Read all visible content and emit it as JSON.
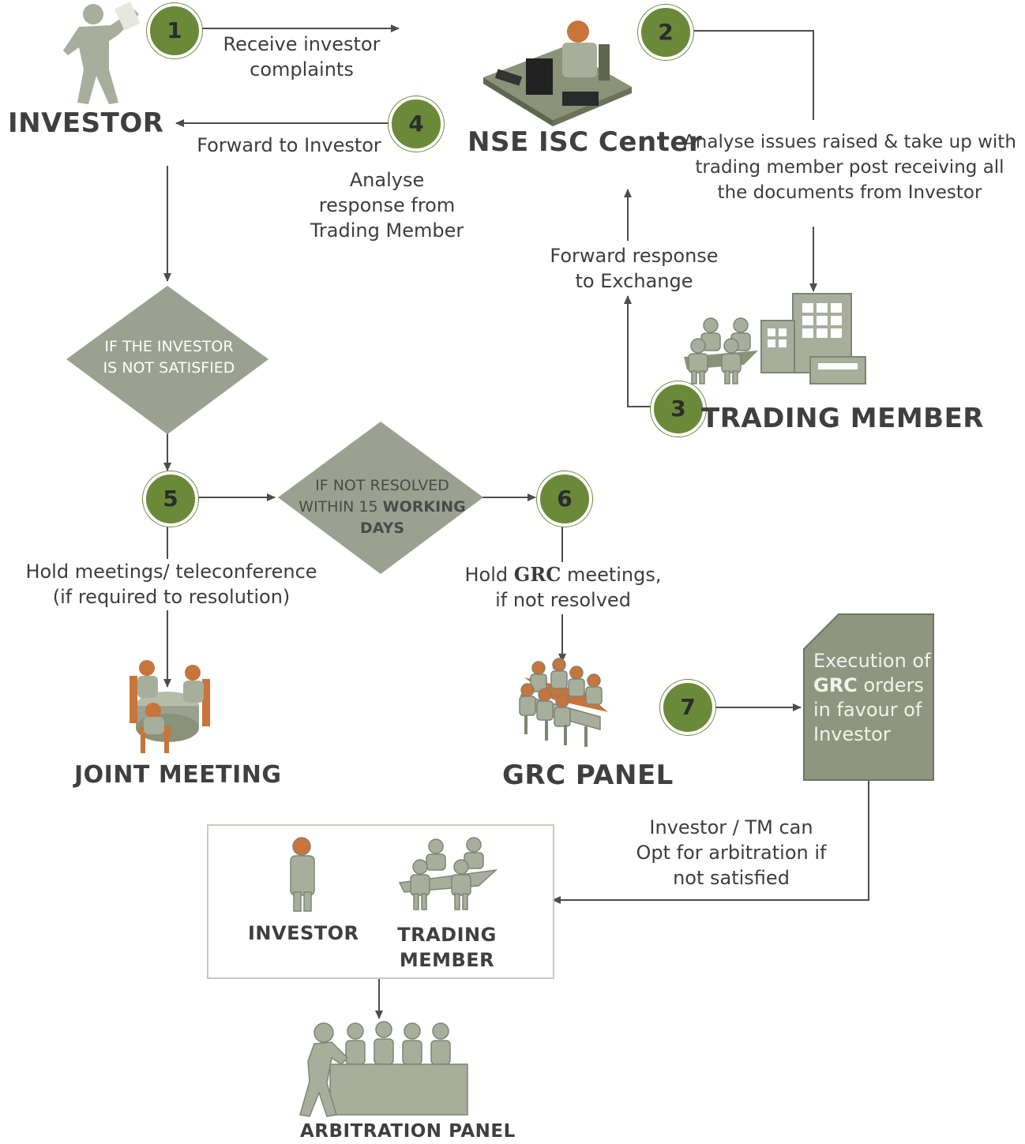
{
  "nodes": {
    "investor": "INVESTOR",
    "nse": "NSE ISC Center",
    "trading_member": "TRADING MEMBER",
    "joint_meeting": "JOINT MEETING",
    "grc_panel": "GRC PANEL",
    "arbitration_panel": "ARBITRATION PANEL",
    "arb_investor": "INVESTOR",
    "arb_tm_line1": "TRADING",
    "arb_tm_line2": "MEMBER"
  },
  "steps": [
    "1",
    "2",
    "3",
    "4",
    "5",
    "6",
    "7"
  ],
  "labels": {
    "step1_line1": "Receive investor",
    "step1_line2": "complaints",
    "step4": "Forward to Investor",
    "analyse_resp_line1": "Analyse",
    "analyse_resp_line2": "response from",
    "analyse_resp_line3": "Trading Member",
    "step2_line1": "Analyse issues raised & take up with",
    "step2_line2": "trading member post receiving all",
    "step2_line3": "the documents from Investor",
    "fwd_line1": "Forward response",
    "fwd_line2": "to Exchange",
    "hold_line1": "Hold meetings/ teleconference",
    "hold_line2": "(if required to resolution)",
    "grc_hold_pre": "Hold",
    "grc_hold_grc": "GRC",
    "grc_hold_post": "meetings,",
    "grc_hold_line2": "if not resolved",
    "arb_opt_line1": "Investor / TM can",
    "arb_opt_line2": "Opt for arbitration if",
    "arb_opt_line3": "not satisfied"
  },
  "diamonds": {
    "not_satisfied_line1": "IF THE INVESTOR",
    "not_satisfied_line2": "IS NOT SATISFIED",
    "not_resolved_line1": "IF NOT RESOLVED",
    "not_resolved_line2_pre": "WITHIN 15",
    "not_resolved_line2_bold": "WORKING",
    "not_resolved_line3": "DAYS"
  },
  "execution": {
    "line1": "Execution of",
    "line2_bold": "GRC",
    "line2_rest": "orders",
    "line3": "in favour of",
    "line4": "Investor"
  },
  "colors": {
    "step_circle": "#6a8a3a",
    "shape_fill": "#9aa190",
    "doc_fill": "#8e967f",
    "figure": "#a7ae9c",
    "line": "#4d4d4d",
    "accent_orange": "#c8743a"
  }
}
